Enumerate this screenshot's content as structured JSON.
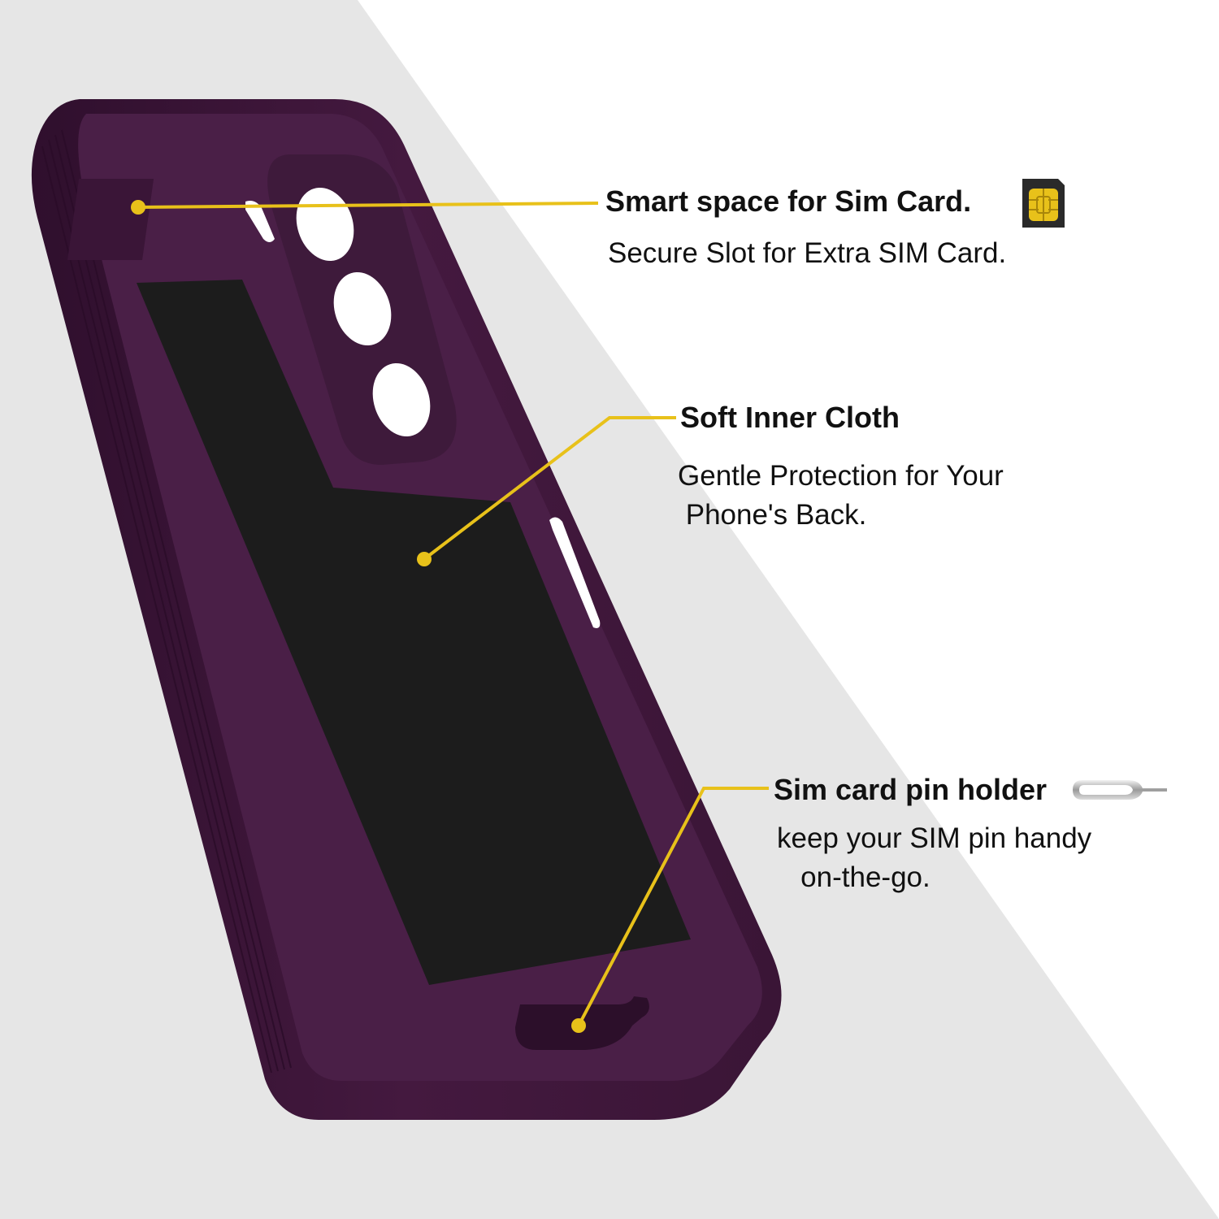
{
  "accent_color": "#E8C11A",
  "case_color": "#4A1F47",
  "cloth_color": "#1C1C1C",
  "background_gray": "#E6E6E6",
  "callouts": [
    {
      "title": "Smart space for Sim Card.",
      "icon": "sim-card-icon",
      "description": [
        "Secure Slot for Extra SIM Card."
      ]
    },
    {
      "title": "Soft Inner Cloth",
      "description": [
        "Gentle Protection for Your",
        " Phone's Back."
      ]
    },
    {
      "title": "Sim card pin holder",
      "icon": "sim-eject-pin-icon",
      "description": [
        "keep your SIM pin handy",
        "   on-the-go."
      ]
    }
  ]
}
